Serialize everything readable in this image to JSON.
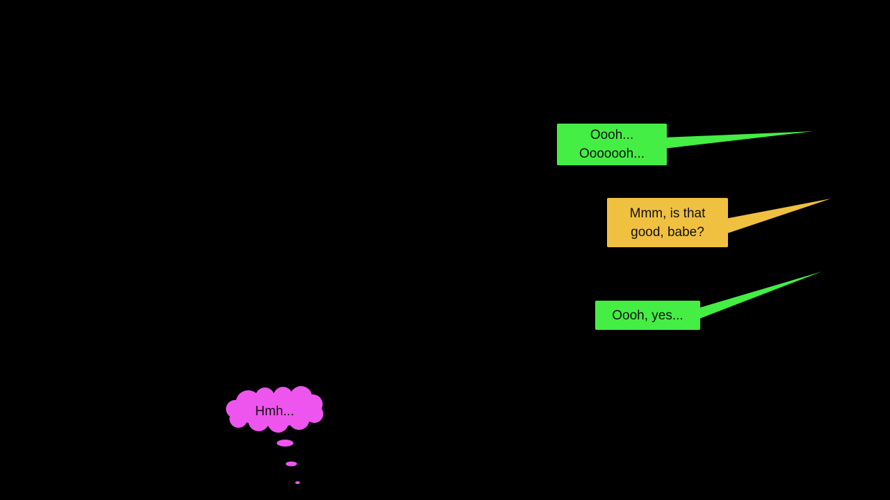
{
  "colors": {
    "background": "#000000",
    "green": "#44ee44",
    "yellow": "#f0c040",
    "pink": "#ee55ee",
    "text": "#111111"
  },
  "bubbles": {
    "first": {
      "line1": "Oooh...",
      "line2": "Ooooooh..."
    },
    "second": {
      "line1": "Mmm, is that",
      "line2": "good, babe?"
    },
    "third": {
      "line1": "Oooh, yes..."
    }
  },
  "thought": {
    "text": "Hmh..."
  }
}
